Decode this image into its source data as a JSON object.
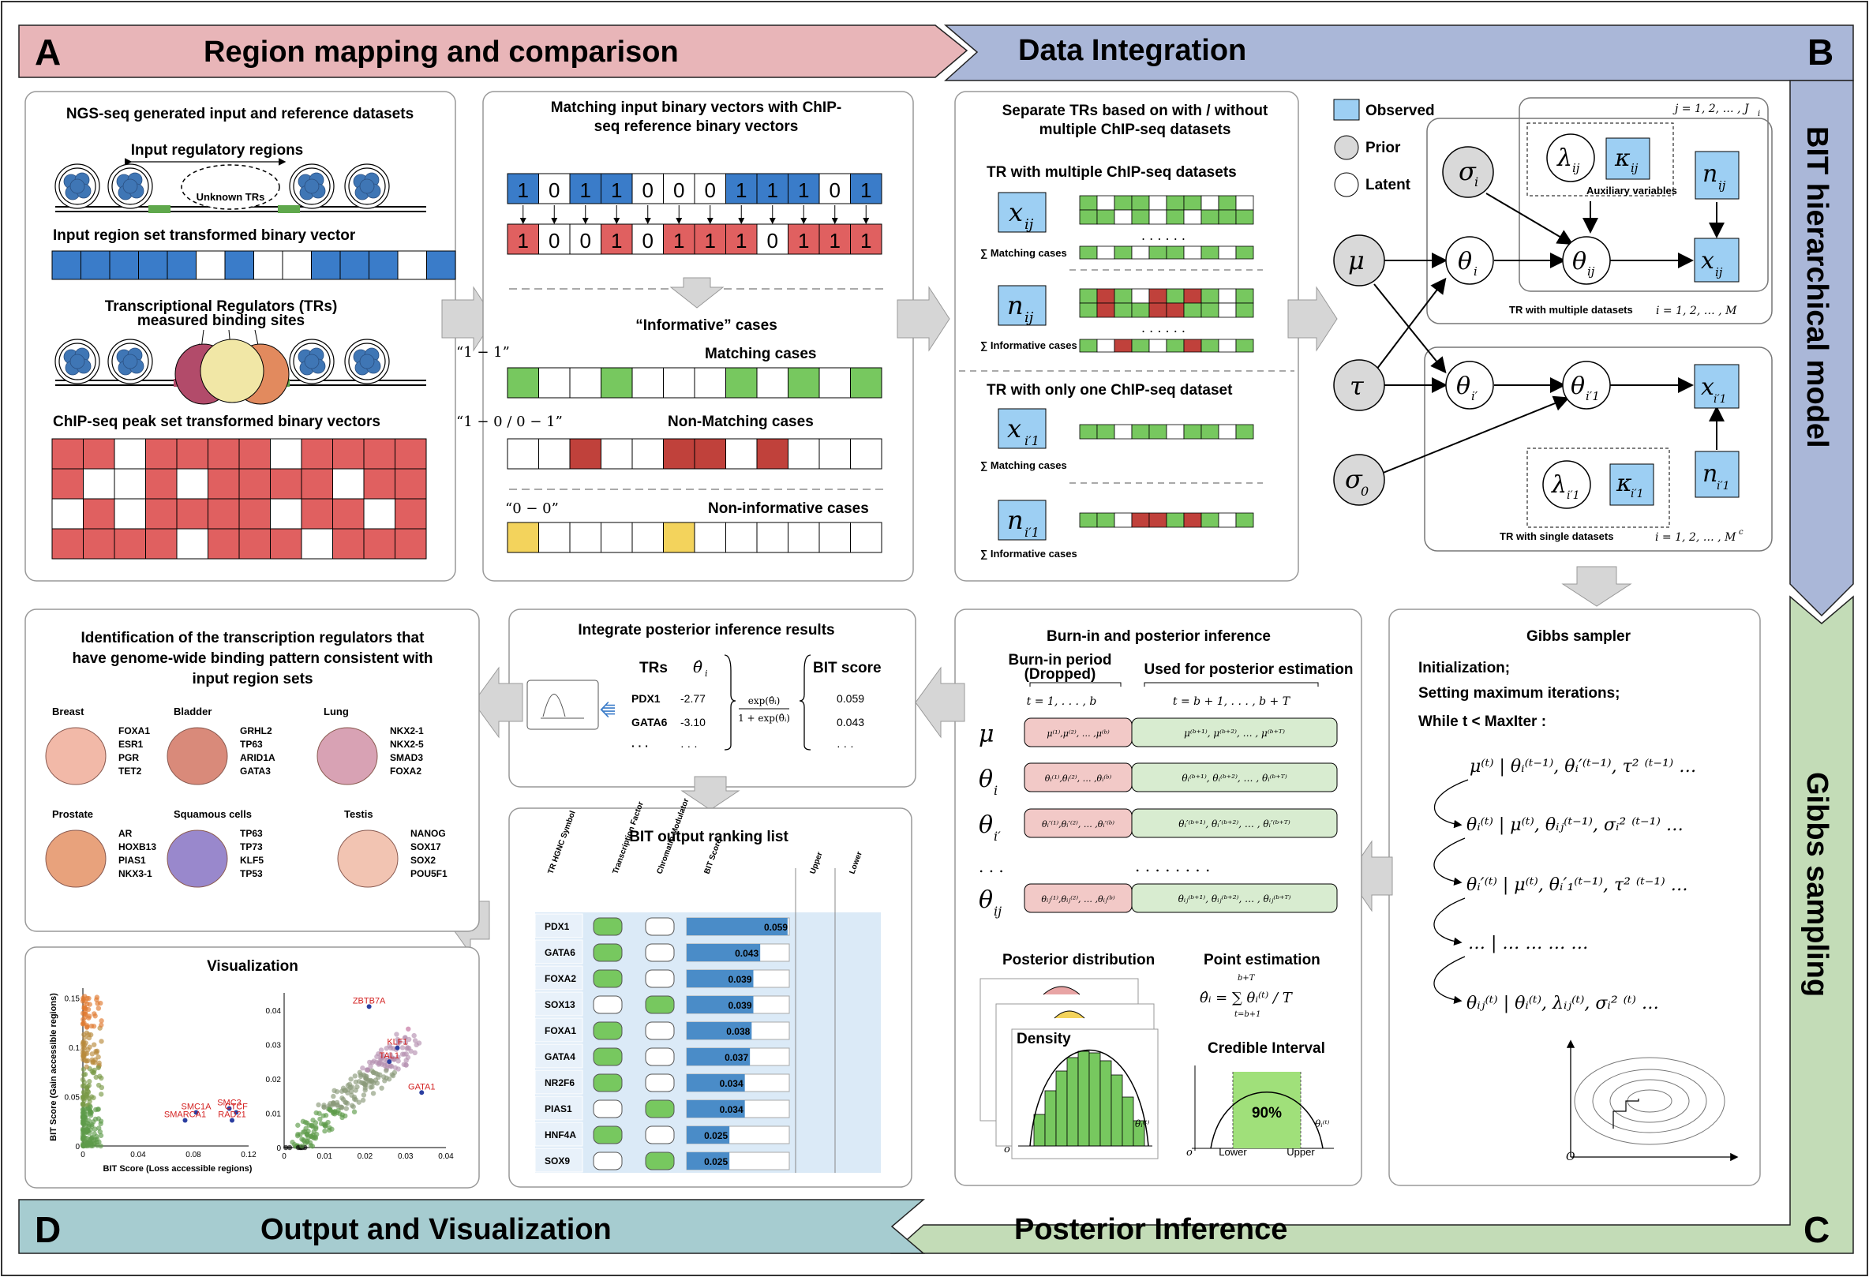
{
  "colors": {
    "blue": "#3a7cc9",
    "red": "#e06060",
    "green": "#77c85f",
    "yellow": "#f3d35c",
    "darkred": "#c0413b",
    "bandA": "#e8b5b8",
    "bandB": "#aab7d8",
    "bandC": "#c3dcb7",
    "bandD": "#a6ccd0",
    "observed": "#9dcff3",
    "prior": "#d9d9d9"
  },
  "bands": {
    "a_letter": "A",
    "a_title": "Region mapping and comparison",
    "b_title": "Data Integration",
    "b_letter": "B",
    "bit_model": "BIT hierarchical model",
    "gibbs": "Gibbs sampling",
    "d_letter": "D",
    "d_title": "Output and Visualization",
    "c_title": "Posterior Inference",
    "c_letter": "C"
  },
  "p1": {
    "title": "NGS-seq generated input and reference datasets",
    "input_regions": "Input regulatory regions",
    "unknown_trs": "Unknown TRs",
    "input_vector_label": "Input region set transformed binary vector",
    "input_vector": [
      1,
      1,
      1,
      1,
      1,
      0,
      1,
      0,
      0,
      1,
      1,
      1,
      0,
      1
    ],
    "trs_label1": "Transcriptional Regulators (TRs)",
    "trs_label2": "measured binding sites",
    "chip_label": "ChIP-seq peak set transformed binary vectors",
    "chip_matrix": [
      [
        1,
        1,
        0,
        1,
        1,
        1,
        1,
        0,
        1,
        1,
        1,
        1
      ],
      [
        1,
        0,
        0,
        1,
        0,
        1,
        1,
        1,
        1,
        0,
        1,
        1
      ],
      [
        0,
        1,
        0,
        1,
        1,
        1,
        1,
        0,
        1,
        1,
        0,
        1
      ],
      [
        1,
        1,
        1,
        1,
        0,
        1,
        1,
        1,
        0,
        1,
        1,
        1
      ]
    ]
  },
  "p2": {
    "title1": "Matching input binary vectors with ChIP-",
    "title2": "seq reference binary vectors",
    "top_vec": [
      "1",
      "0",
      "1",
      "1",
      "0",
      "0",
      "0",
      "1",
      "1",
      "1",
      "0",
      "1"
    ],
    "bot_vec": [
      "1",
      "0",
      "0",
      "1",
      "0",
      "1",
      "1",
      "1",
      "0",
      "1",
      "1",
      "1"
    ],
    "informative": "“Informative” cases",
    "q11": "“1 − 1”",
    "matching": "Matching cases",
    "q10": "“1 − 0 / 0 − 1”",
    "nonmatching": "Non-Matching cases",
    "q00": "“0 − 0”",
    "noninfo": "Non-informative cases",
    "row_match": [
      "g",
      "w",
      "w",
      "g",
      "w",
      "w",
      "w",
      "g",
      "w",
      "g",
      "w",
      "g"
    ],
    "row_nonmatch": [
      "w",
      "w",
      "r",
      "w",
      "w",
      "r",
      "r",
      "w",
      "r",
      "w",
      "w",
      "w"
    ],
    "row_noninfo": [
      "y",
      "w",
      "w",
      "w",
      "w",
      "y",
      "w",
      "w",
      "w",
      "w",
      "w",
      "w"
    ]
  },
  "p3": {
    "title1": "Separate TRs based on with / without",
    "title2": "multiple ChIP-seq datasets",
    "multi": "TR with multiple ChIP-seq datasets",
    "x_ij": "x",
    "x_ij_sub": "ij",
    "n_ij": "n",
    "n_ij_sub": "ij",
    "sum_match": "∑ Matching cases",
    "sum_info": "∑ Informative cases",
    "dots": ". . . . . .",
    "single": "TR with only one ChIP-seq dataset",
    "x_i1_sub": "i′1",
    "n_i1_sub": "i′1",
    "rows_x": [
      [
        "g",
        "w",
        "g",
        "g",
        "w",
        "g",
        "g",
        "w",
        "g",
        "w"
      ],
      [
        "g",
        "g",
        "w",
        "g",
        "w",
        "g",
        "w",
        "g",
        "g",
        "g"
      ]
    ],
    "rows_x2": [
      "g",
      "w",
      "g",
      "w",
      "g",
      "g",
      "w",
      "g",
      "w",
      "g"
    ],
    "rows_n": [
      [
        "g",
        "r",
        "g",
        "w",
        "r",
        "g",
        "r",
        "g",
        "w",
        "g"
      ],
      [
        "g",
        "r",
        "g",
        "g",
        "r",
        "r",
        "g",
        "g",
        "w",
        "g"
      ]
    ],
    "rows_n2": [
      "g",
      "w",
      "r",
      "g",
      "w",
      "g",
      "r",
      "g",
      "w",
      "g"
    ],
    "row_xs": [
      "g",
      "g",
      "w",
      "g",
      "g",
      "w",
      "g",
      "g",
      "w",
      "g"
    ],
    "row_ns": [
      "g",
      "g",
      "w",
      "r",
      "r",
      "g",
      "r",
      "g",
      "w",
      "g"
    ]
  },
  "p4": {
    "observed": "Observed",
    "prior": "Prior",
    "latent": "Latent",
    "j_range": "j = 1, 2, … , J",
    "j_sub": "i",
    "aux": "Auxiliary variables",
    "multi_caption": "TR with multiple datasets",
    "i_range": "i = 1, 2, … , M",
    "single_caption": "TR with single datasets",
    "i_range2": "i = 1, 2, … , M",
    "i_range2_sup": "c",
    "sigma_i": "σ",
    "sigma_i_sub": "i",
    "lambda_ij": "λ",
    "kappa_ij": "κ",
    "n_ij": "n",
    "mu": "μ",
    "theta_i": "θ",
    "theta_ij": "θ",
    "x_ij": "x",
    "tau": "τ",
    "theta_ip": "θ",
    "theta_i1": "θ",
    "x_i1": "x",
    "sigma0": "σ",
    "sigma0_sub": "0",
    "lambda_i1": "λ",
    "kappa_i1": "κ",
    "n_i1": "n",
    "sub_i": "i",
    "sub_ij": "ij",
    "sub_ip": "i′",
    "sub_i1": "i′1"
  },
  "p5": {
    "title": "Identification of the transcription regulators that",
    "title2": "have genome-wide binding pattern consistent with",
    "title3": "input region sets",
    "organs": [
      {
        "name": "Breast",
        "genes": [
          "FOXA1",
          "ESR1",
          "PGR",
          "TET2"
        ]
      },
      {
        "name": "Bladder",
        "genes": [
          "GRHL2",
          "TP63",
          "ARID1A",
          "GATA3"
        ]
      },
      {
        "name": "Lung",
        "genes": [
          "NKX2-1",
          "NKX2-5",
          "SMAD3",
          "FOXA2"
        ]
      },
      {
        "name": "Prostate",
        "genes": [
          "AR",
          "HOXB13",
          "PIAS1",
          "NKX3-1"
        ]
      },
      {
        "name": "Squamous cells",
        "genes": [
          "TP63",
          "TP73",
          "KLF5",
          "TP53"
        ]
      },
      {
        "name": "Testis",
        "genes": [
          "NANOG",
          "SOX17",
          "SOX2",
          "POU5F1"
        ]
      }
    ]
  },
  "p6": {
    "title": "Integrate posterior inference results",
    "trs": "TRs",
    "theta_hat": "θ̂",
    "theta_sub": "i",
    "rows": [
      [
        "PDX1",
        "-2.77",
        "0.059"
      ],
      [
        "GATA6",
        "-3.10",
        "0.043"
      ],
      [
        "· · ·",
        "· · ·",
        "· · ·"
      ]
    ],
    "formula_num": "exp(θ̂ᵢ)",
    "formula_den": "1 + exp(θ̂ᵢ)",
    "bit_score": "BIT score"
  },
  "p7": {
    "title": "BIT output ranking list",
    "headers": [
      "TR HGNC Symbol",
      "Transcription Factor",
      "Chromatin Modulator",
      "BIT Score",
      "Upper",
      "Lower"
    ],
    "rows": [
      {
        "tr": "PDX1",
        "tf": true,
        "cm": false,
        "score": "0.059",
        "v": 0.059
      },
      {
        "tr": "GATA6",
        "tf": true,
        "cm": false,
        "score": "0.043",
        "v": 0.043
      },
      {
        "tr": "FOXA2",
        "tf": true,
        "cm": false,
        "score": "0.039",
        "v": 0.039
      },
      {
        "tr": "SOX13",
        "tf": false,
        "cm": true,
        "score": "0.039",
        "v": 0.039
      },
      {
        "tr": "FOXA1",
        "tf": true,
        "cm": false,
        "score": "0.038",
        "v": 0.038
      },
      {
        "tr": "GATA4",
        "tf": true,
        "cm": false,
        "score": "0.037",
        "v": 0.037
      },
      {
        "tr": "NR2F6",
        "tf": true,
        "cm": false,
        "score": "0.034",
        "v": 0.034
      },
      {
        "tr": "PIAS1",
        "tf": false,
        "cm": true,
        "score": "0.034",
        "v": 0.034
      },
      {
        "tr": "HNF4A",
        "tf": true,
        "cm": false,
        "score": "0.025",
        "v": 0.025
      },
      {
        "tr": "SOX9",
        "tf": false,
        "cm": true,
        "score": "0.025",
        "v": 0.025
      }
    ]
  },
  "p8": {
    "title": "Burn-in and posterior inference",
    "burn": "Burn-in period",
    "dropped": "(Dropped)",
    "used": "Used for posterior estimation",
    "t_left": "t = 1, . . . , b",
    "t_right": "t = b + 1, . . . , b + T",
    "rows": [
      {
        "sym": "μ",
        "sub": "",
        "left": "μ⁽¹⁾,μ⁽²⁾, … ,μ⁽ᵇ⁾",
        "right": "μ⁽ᵇ⁺¹⁾, μ⁽ᵇ⁺²⁾, … , μ⁽ᵇ⁺ᵀ⁾"
      },
      {
        "sym": "θ",
        "sub": "i",
        "left": "θᵢ⁽¹⁾,θᵢ⁽²⁾, … ,θᵢ⁽ᵇ⁾",
        "right": "θᵢ⁽ᵇ⁺¹⁾, θᵢ⁽ᵇ⁺²⁾, … , θᵢ⁽ᵇ⁺ᵀ⁾"
      },
      {
        "sym": "θ",
        "sub": "i′",
        "left": "θᵢ′⁽¹⁾,θᵢ′⁽²⁾, … ,θᵢ′⁽ᵇ⁾",
        "right": "θᵢ′⁽ᵇ⁺¹⁾, θᵢ′⁽ᵇ⁺²⁾, … , θᵢ′⁽ᵇ⁺ᵀ⁾"
      },
      {
        "sym": "θ",
        "sub": "ij",
        "left": "θᵢⱼ⁽¹⁾,θᵢⱼ⁽²⁾, … ,θᵢⱼ⁽ᵇ⁾",
        "right": "θᵢⱼ⁽ᵇ⁺¹⁾, θᵢⱼ⁽ᵇ⁺²⁾, … , θᵢⱼ⁽ᵇ⁺ᵀ⁾"
      }
    ],
    "ellipsis": ". . .",
    "dots_row": ". . . . . . . .",
    "posterior": "Posterior distribution",
    "point": "Point estimation",
    "density": "Density",
    "theta_t": "θᵢ⁽ᵗ⁾",
    "credible": "Credible Interval",
    "pct": "90%",
    "lower": "Lower",
    "upper": "Upper",
    "estimator": "θ̂ᵢ = ∑ θᵢ⁽ᵗ⁾ / T",
    "sum_top": "b+T",
    "sum_bot": "t=b+1",
    "o": "o"
  },
  "p9": {
    "title": "Gibbs sampler",
    "init": "Initialization;",
    "maxiter": "Setting maximum iterations;",
    "while": "While t < MaxIter :",
    "eq1": "μ⁽ᵗ⁾ | θᵢ⁽ᵗ⁻¹⁾, θᵢ′⁽ᵗ⁻¹⁾, τ² ⁽ᵗ⁻¹⁾ …",
    "eq2": "θᵢ⁽ᵗ⁾ | μ⁽ᵗ⁾, θᵢⱼ⁽ᵗ⁻¹⁾, σᵢ² ⁽ᵗ⁻¹⁾ …",
    "eq3": "θᵢ′⁽ᵗ⁾ | μ⁽ᵗ⁾, θᵢ′₁⁽ᵗ⁻¹⁾, τ² ⁽ᵗ⁻¹⁾ …",
    "eq4": "… | … … … …",
    "eq5": "θᵢⱼ⁽ᵗ⁾ | θᵢ⁽ᵗ⁾, λᵢⱼ⁽ᵗ⁾, σᵢ² ⁽ᵗ⁾ …",
    "o": "O"
  },
  "p10": {
    "title": "Visualization",
    "chart_data": [
      {
        "type": "scatter",
        "xlabel": "BIT Score (Loss accessible regions)",
        "ylabel": "BIT Score (Gain accessible regions)",
        "xticks": [
          "0",
          "0.04",
          "0.08",
          "0.12"
        ],
        "yticks": [
          "0",
          "0.05",
          "0.1",
          "0.15"
        ],
        "xlim": [
          0,
          0.12
        ],
        "ylim": [
          0,
          0.16
        ],
        "labels": [
          {
            "text": "SMC3",
            "x": 0.106,
            "y": 0.038
          },
          {
            "text": "SMC1A",
            "x": 0.082,
            "y": 0.034
          },
          {
            "text": "CTCF",
            "x": 0.111,
            "y": 0.034
          },
          {
            "text": "RAD21",
            "x": 0.108,
            "y": 0.026
          },
          {
            "text": "SMARCA1",
            "x": 0.074,
            "y": 0.026
          }
        ]
      },
      {
        "type": "scatter",
        "xticks": [
          "0",
          "0.01",
          "0.02",
          "0.03",
          "0.04"
        ],
        "yticks": [
          "0",
          "0.01",
          "0.02",
          "0.03",
          "0.04"
        ],
        "xlim": [
          0,
          0.04
        ],
        "ylim": [
          0,
          0.045
        ],
        "labels": [
          {
            "text": "ZBTB7A",
            "x": 0.021,
            "y": 0.041
          },
          {
            "text": "KLF1",
            "x": 0.028,
            "y": 0.029
          },
          {
            "text": "TAL1",
            "x": 0.026,
            "y": 0.025
          },
          {
            "text": "GATA1",
            "x": 0.034,
            "y": 0.016
          }
        ]
      }
    ]
  }
}
